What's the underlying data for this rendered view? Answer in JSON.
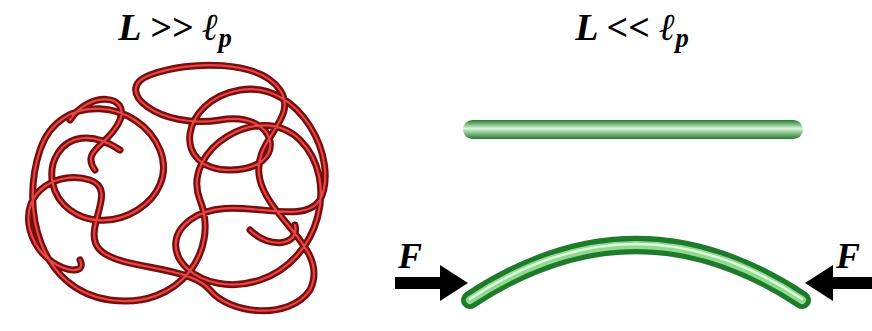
{
  "diagram": {
    "labels": [
      "L >> ℓp",
      "L << ℓp",
      "F",
      "F"
    ]
  }
}
